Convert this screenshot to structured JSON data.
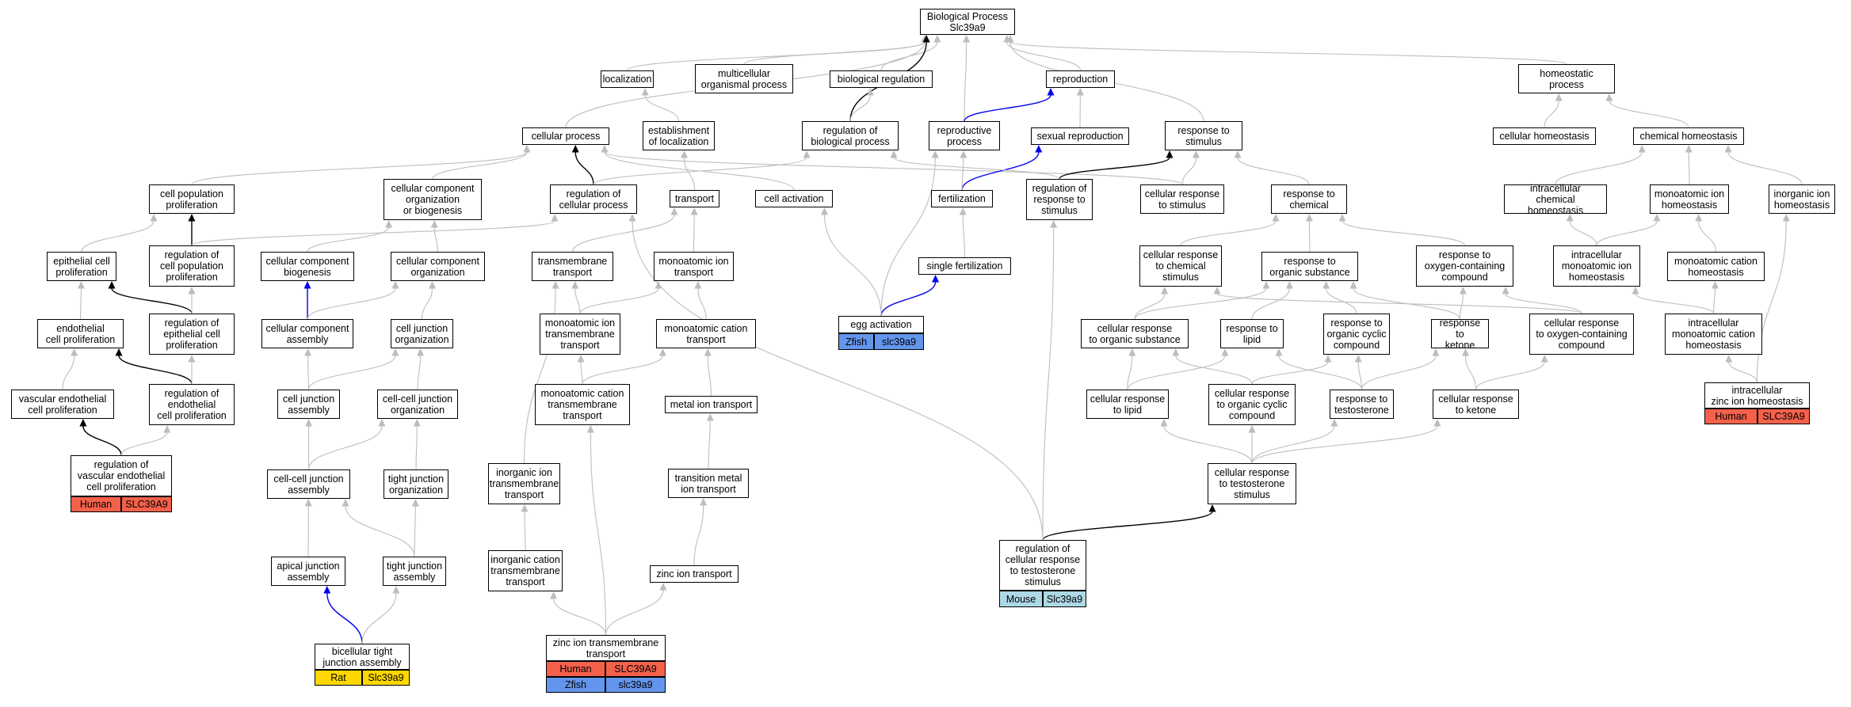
{
  "colors": {
    "edge_default": "#bdbdbd",
    "edge_black": "#000000",
    "edge_blue": "#0000ee",
    "human": "#f4614b",
    "zfish": "#6495ed",
    "mouse": "#add8e6",
    "rat": "#ffd700"
  },
  "nodes": {
    "bp": "Biological Process\nSlc39a9",
    "localization": "localization",
    "multicellular": "multicellular\norganismal process",
    "bioreg": "biological regulation",
    "reproduction": "reproduction",
    "homeostatic": "homeostatic\nprocess",
    "cellproc": "cellular process",
    "estloc": "establishment\nof localization",
    "regbio": "regulation of\nbiological process",
    "reprodproc": "reproductive\nprocess",
    "sexrep": "sexual reproduction",
    "respstim": "response to\nstimulus",
    "cellhomeo": "cellular homeostasis",
    "chemhomeo": "chemical homeostasis",
    "cellpop": "cell population\nproliferation",
    "ccorgbio": "cellular component\norganization\nor biogenesis",
    "regcell": "regulation of\ncellular process",
    "transport": "transport",
    "cellact": "cell activation",
    "fert": "fertilization",
    "regresp": "regulation of\nresponse to\nstimulus",
    "cellrespstim": "cellular response\nto stimulus",
    "respchem": "response to\nchemical",
    "intrachem": "intracellular\nchemical homeostasis",
    "monoionhomeo": "monoatomic ion\nhomeostasis",
    "inorgionhomeo": "inorganic ion\nhomeostasis",
    "epiprol": "epithelial cell\nproliferation",
    "regcellpop": "regulation of\ncell population\nproliferation",
    "ccbio": "cellular component\nbiogenesis",
    "ccorg": "cellular component\norganization",
    "tmtrans": "transmembrane\ntransport",
    "monoiontrans": "monoatomic ion\ntransport",
    "singlefert": "single fertilization",
    "cellrespchem": "cellular response\nto chemical\nstimulus",
    "resporg": "response to\norganic substance",
    "respoxy": "response to\noxygen-containing\ncompound",
    "intramono": "intracellular\nmonoatomic ion\nhomeostasis",
    "monocathomeo": "monoatomic cation\nhomeostasis",
    "endoprol": "endothelial\ncell proliferation",
    "regepi": "regulation of\nepithelial cell\nproliferation",
    "ccassem": "cellular component\nassembly",
    "celljorg": "cell junction\norganization",
    "monoiontm": "monoatomic ion\ntransmembrane\ntransport",
    "monocattrans": "monoatomic cation\ntransport",
    "eggact": "egg activation",
    "cellresporg": "cellular response\nto organic substance",
    "resplipid": "response to\nlipid",
    "resporgcyc": "response to\norganic cyclic\ncompound",
    "respketone": "response to\nketone",
    "cellrespoxy": "cellular response\nto oxygen-containing\ncompound",
    "intramonocat": "intracellular\nmonoatomic cation\nhomeostasis",
    "vascprol": "vascular endothelial\ncell proliferation",
    "regendo": "regulation of\nendothelial\ncell proliferation",
    "celljassem": "cell junction\nassembly",
    "cellcelljorg": "cell-cell junction\norganization",
    "monocattm": "monoatomic cation\ntransmembrane\ntransport",
    "metaliontrans": "metal ion transport",
    "cellresplipid": "cellular response\nto lipid",
    "cellresporgcyc": "cellular response\nto organic cyclic\ncompound",
    "resptesto": "response to\ntestosterone",
    "cellrespketone": "cellular response\nto ketone",
    "intrazinc": "intracellular\nzinc ion homeostasis",
    "regvasc": "regulation of\nvascular endothelial\ncell proliferation",
    "cellcelljassem": "cell-cell junction\nassembly",
    "tightjorg": "tight junction\norganization",
    "inorgiontm": "inorganic ion\ntransmembrane\ntransport",
    "transmetal": "transition metal\nion transport",
    "cellresptesto": "cellular response\nto testosterone\nstimulus",
    "regcellresptesto": "regulation of\ncellular response\nto testosterone\nstimulus",
    "apicalj": "apical junction\nassembly",
    "tightjassem": "tight junction\nassembly",
    "inorgcattm": "inorganic cation\ntransmembrane\ntransport",
    "zinctrans": "zinc ion transport",
    "bicell": "bicellular tight\njunction assembly",
    "zinctm": "zinc ion transmembrane\ntransport"
  },
  "annotations": {
    "eggact": [
      {
        "species": "Zfish",
        "gene": "slc39a9",
        "color": "#6495ed"
      }
    ],
    "intrazinc": [
      {
        "species": "Human",
        "gene": "SLC39A9",
        "color": "#f4614b"
      }
    ],
    "regvasc": [
      {
        "species": "Human",
        "gene": "SLC39A9",
        "color": "#f4614b"
      }
    ],
    "regcellresptesto": [
      {
        "species": "Mouse",
        "gene": "Slc39a9",
        "color": "#add8e6"
      }
    ],
    "bicell": [
      {
        "species": "Rat",
        "gene": "Slc39a9",
        "color": "#ffd700"
      }
    ],
    "zinctm": [
      {
        "species": "Human",
        "gene": "SLC39A9",
        "color": "#f4614b"
      },
      {
        "species": "Zfish",
        "gene": "slc39a9",
        "color": "#6495ed"
      }
    ]
  }
}
